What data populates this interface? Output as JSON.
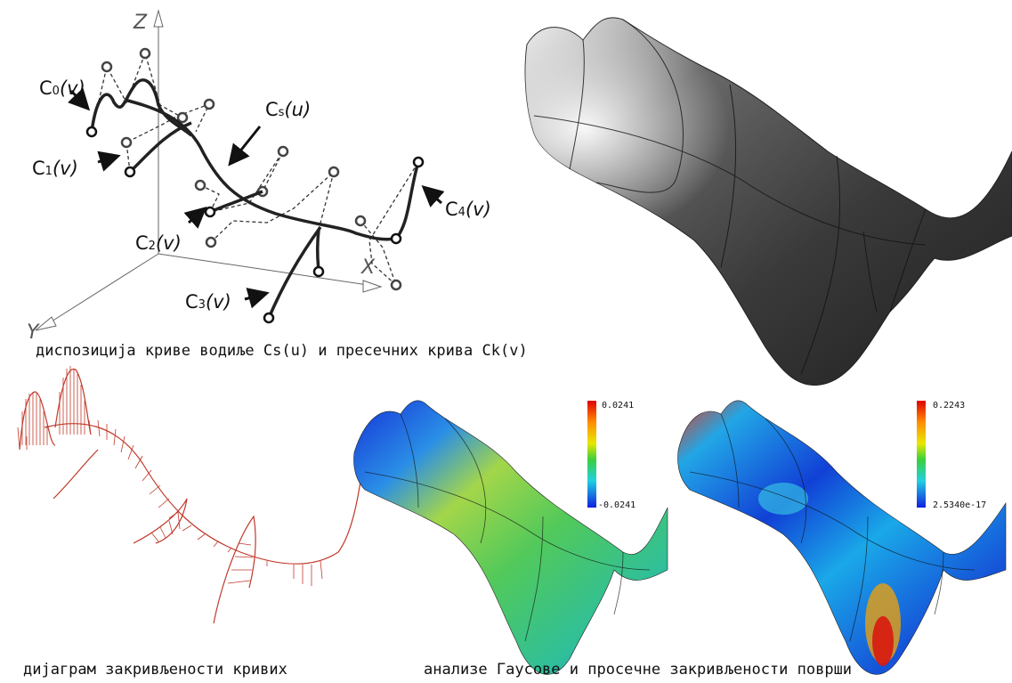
{
  "diagram": {
    "axes": {
      "z": "Z",
      "x": "X",
      "y": "Y"
    },
    "curve_labels": {
      "c0": {
        "base": "C",
        "sub": "0",
        "arg": "(v)"
      },
      "c1": {
        "base": "C",
        "sub": "1",
        "arg": "(v)"
      },
      "c2": {
        "base": "C",
        "sub": "2",
        "arg": "(v)"
      },
      "c3": {
        "base": "C",
        "sub": "3",
        "arg": "(v)"
      },
      "c4": {
        "base": "C",
        "sub": "4",
        "arg": "(v)"
      },
      "cs": {
        "base": "C",
        "sub": "s",
        "arg": "(u)"
      }
    }
  },
  "captions": {
    "top": "диспозиција криве водиље Cs(u) и пресечних крива Ck(v)",
    "bottom_left": "дијаграм закривљености кривих",
    "bottom_right": "анализе Гаусове и просечне закривљености површи"
  },
  "colorbars": {
    "gaussian": {
      "max": "0.0241",
      "min": "-0.0241"
    },
    "mean": {
      "max": "0.2243",
      "min": "2.5340e-17"
    }
  },
  "colors": {
    "curvature_plot": "#c0392b",
    "surface": "#555555"
  }
}
